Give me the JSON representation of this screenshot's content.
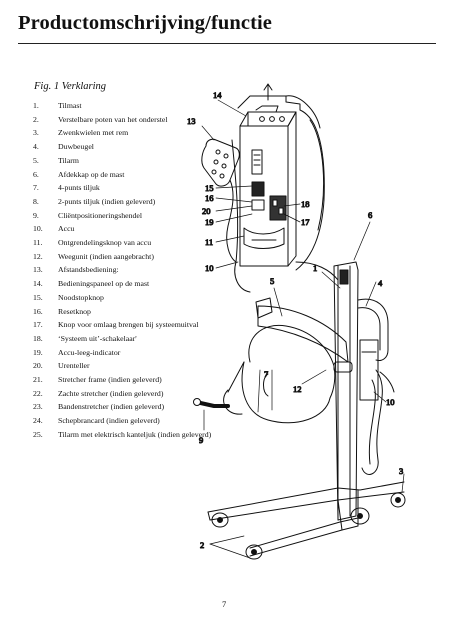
{
  "page": {
    "title": "Productomschrijving/functie",
    "page_number": "7"
  },
  "figure": {
    "caption": "Fig. 1 Verklaring",
    "legend": [
      {
        "num": "1.",
        "text": "Tilmast"
      },
      {
        "num": "2.",
        "text": "Verstelbare poten van het onderstel"
      },
      {
        "num": "3.",
        "text": "Zwenkwielen met rem"
      },
      {
        "num": "4.",
        "text": "Duwbeugel"
      },
      {
        "num": "5.",
        "text": "Tilarm"
      },
      {
        "num": "6.",
        "text": "Afdekkap op de mast"
      },
      {
        "num": "7.",
        "text": "4-punts tiljuk"
      },
      {
        "num": "8.",
        "text": "2-punts tiljuk (indien geleverd)"
      },
      {
        "num": "9.",
        "text": "Cliëntpositioneringshendel"
      },
      {
        "num": "10.",
        "text": "Accu"
      },
      {
        "num": "11.",
        "text": "Ontgrendelingsknop van accu"
      },
      {
        "num": "12.",
        "text": "Weegunit (indien aangebracht)"
      },
      {
        "num": "13.",
        "text": "Afstandsbediening:"
      },
      {
        "num": "14.",
        "text": "Bedieningspaneel op de mast"
      },
      {
        "num": "15.",
        "text": "Noodstopknop"
      },
      {
        "num": "16.",
        "text": "Resetknop"
      },
      {
        "num": "17.",
        "text": "Knop voor omlaag brengen bij systeemuitval"
      },
      {
        "num": "18.",
        "text": "‘Systeem uit’-schakelaar'"
      },
      {
        "num": "19.",
        "text": "Accu-leeg-indicator"
      },
      {
        "num": "20.",
        "text": "Urenteller"
      },
      {
        "num": "21.",
        "text": "Stretcher frame (indien geleverd)"
      },
      {
        "num": "22.",
        "text": "Zachte stretcher (indien geleverd)"
      },
      {
        "num": "23.",
        "text": "Bandenstretcher (indien geleverd)"
      },
      {
        "num": "24.",
        "text": "Schepbrancard (indien geleverd)"
      },
      {
        "num": "25.",
        "text": "Tilarm met elektrisch kanteljuk (indien geleverd)"
      }
    ],
    "callouts": [
      "1",
      "2",
      "3",
      "4",
      "5",
      "6",
      "7",
      "9",
      "10",
      "11",
      "12",
      "13",
      "14",
      "15",
      "16",
      "17",
      "18",
      "19",
      "20"
    ]
  }
}
